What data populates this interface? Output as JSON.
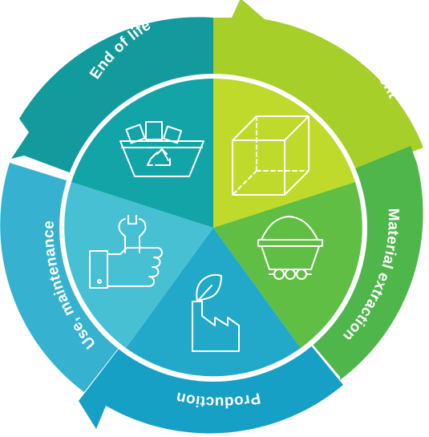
{
  "diagram": {
    "segments": [
      {
        "label": "Design & Development",
        "icon": "cube-icon",
        "outer_color": "#a6cf2a",
        "inner_color": "#bfda2b"
      },
      {
        "label": "Material extraction",
        "icon": "mine-cart-icon",
        "outer_color": "#4eb64a",
        "inner_color": "#5fbe43"
      },
      {
        "label": "Production",
        "icon": "factory-leaf-icon",
        "outer_color": "#16a0c6",
        "inner_color": "#22a9c9"
      },
      {
        "label": "Use, maintenance",
        "icon": "thumbs-up-wrench-icon",
        "outer_color": "#36b1cf",
        "inner_color": "#47c0d4"
      },
      {
        "label": "End of life",
        "icon": "recycle-basket-icon",
        "outer_color": "#129a9c",
        "inner_color": "#13a4a7"
      }
    ],
    "divider_color": "#ffffff"
  }
}
